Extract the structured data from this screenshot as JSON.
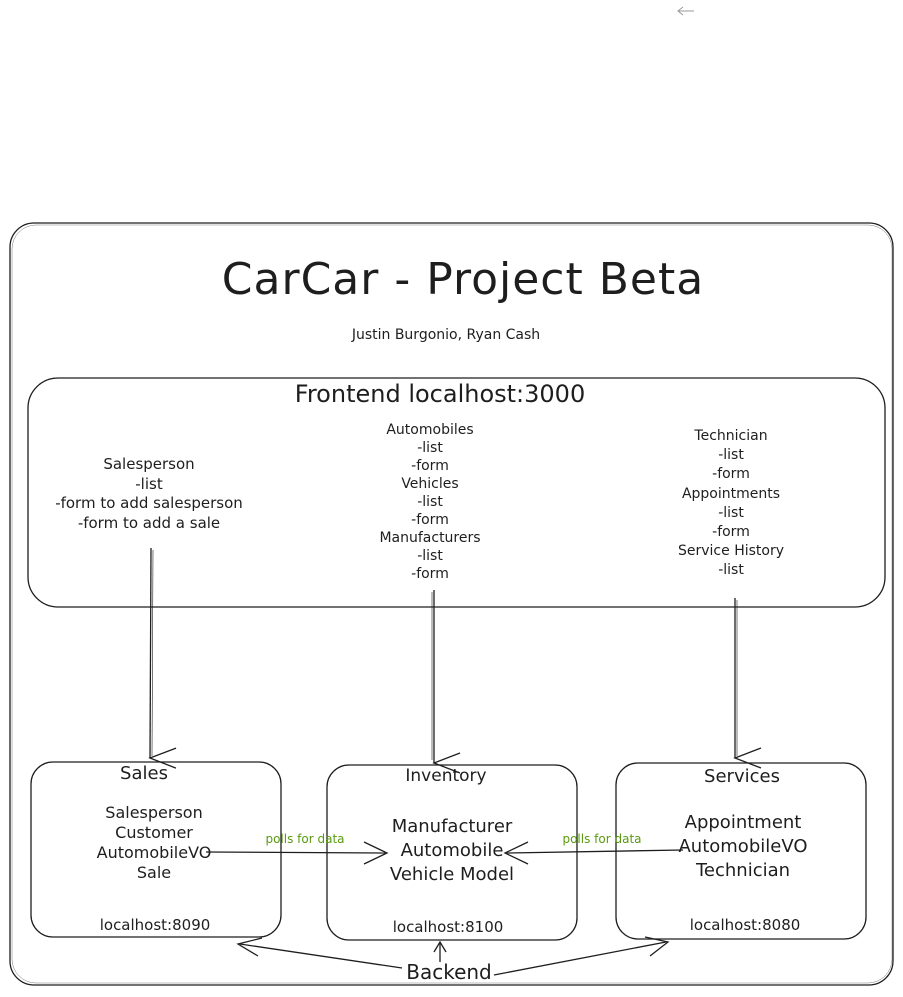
{
  "title": "CarCar - Project Beta",
  "authors": "Justin Burgonio, Ryan Cash",
  "frontend": {
    "title": "Frontend localhost:3000",
    "sales_items": [
      "Salesperson",
      "-list",
      "-form to add salesperson",
      "-form to add a sale"
    ],
    "inventory_items": [
      "Automobiles",
      "-list",
      "-form",
      "Vehicles",
      "-list",
      "-form",
      "Manufacturers",
      "-list",
      "-form"
    ],
    "services_items": [
      "Technician",
      "-list",
      "-form",
      "Appointments",
      "-list",
      "-form",
      "Service History",
      "-list"
    ]
  },
  "backend": {
    "label": "Backend",
    "sales": {
      "title": "Sales",
      "models": [
        "Salesperson",
        "Customer",
        "AutomobileVO",
        "Sale"
      ],
      "port": "localhost:8090"
    },
    "inventory": {
      "title": "Inventory",
      "models": [
        "Manufacturer",
        "Automobile",
        "Vehicle Model"
      ],
      "port": "localhost:8100"
    },
    "services": {
      "title": "Services",
      "models": [
        "Appointment",
        "AutomobileVO",
        "Technician"
      ],
      "port": "localhost:8080"
    }
  },
  "connections": {
    "sales_to_inventory_label": "polls for data",
    "services_to_inventory_label": "polls for data"
  },
  "colors": {
    "stroke": "#1e1e1e",
    "annotation": "#5a9a10",
    "background": "#ffffff"
  }
}
